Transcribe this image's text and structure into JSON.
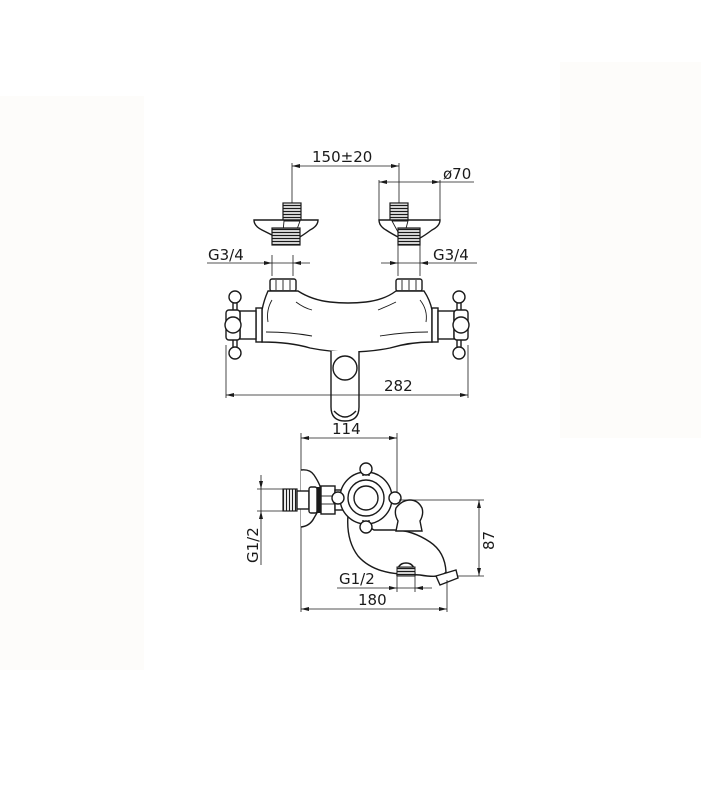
{
  "drawing": {
    "subject": "Thermostatic bath mixer with cross handles",
    "views": [
      "top-view",
      "side-view"
    ],
    "line_color": "#1a1a1a",
    "background": "#ffffff",
    "panel_color": "#fdfcfa"
  },
  "dimensions": {
    "inlet_spacing": "150±20",
    "flange_diameter": "ø70",
    "inlet_thread_left": "G3/4",
    "inlet_thread_right": "G3/4",
    "overall_width": "282",
    "wall_to_body": "114",
    "side_inlet_thread": "G1/2",
    "outlet_thread": "G1/2",
    "height_to_spout": "87",
    "overall_depth": "180"
  }
}
